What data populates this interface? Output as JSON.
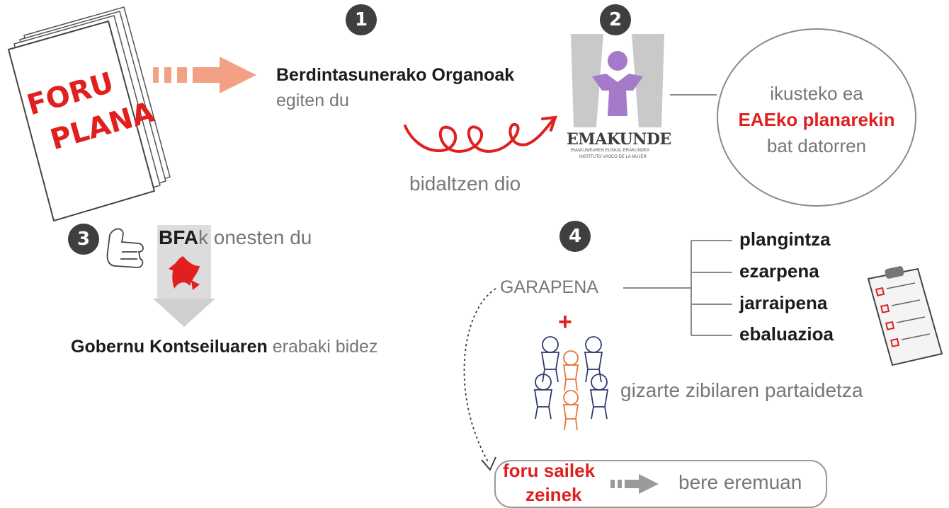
{
  "steps": [
    "1",
    "2",
    "3",
    "4"
  ],
  "foru_plana": {
    "line1": "FORU",
    "line2": "PLANA"
  },
  "step1": {
    "title": "Berdintasunerako Organoak",
    "subtitle": "egiten du"
  },
  "send_label": "bidaltzen dio",
  "emakunde": {
    "name": "EMAKUNDE",
    "line1": "EMAKUMEAREN EUSKAL ERAKUNDEA",
    "line2": "INSTITUTO VASCO DE LA MUJER"
  },
  "circle": {
    "line1": "ikusteko ea",
    "line2": "EAEko planarekin",
    "line3": "bat datorren"
  },
  "step3": {
    "bfa": "BFA",
    "rest": "k onesten du"
  },
  "gobernu": {
    "bold": "Gobernu Kontseiluaren",
    "light": " erabaki bidez"
  },
  "garapena": "GARAPENA",
  "phases": [
    "plangintza",
    "ezarpena",
    "jarraipena",
    "ebaluazioa"
  ],
  "plus": "+",
  "participation": "gizarte zibilaren partaidetza",
  "box": {
    "red1": "foru sailek",
    "red2": "zeinek",
    "text": "bere eremuan"
  },
  "colors": {
    "red": "#e11f1f",
    "salmon": "#f2a184",
    "gray": "#8a8a8a",
    "purple": "#a57bc9",
    "dark": "#3f3f3f",
    "orange": "#e8743b",
    "navy": "#2f3c6e"
  },
  "icons": [
    "plan-document-icon",
    "arrow-right-icon",
    "emakunde-logo",
    "thumbs-up-icon",
    "bfa-leaf-icon",
    "down-arrow-icon",
    "people-group-icon",
    "checklist-clipboard-icon"
  ]
}
